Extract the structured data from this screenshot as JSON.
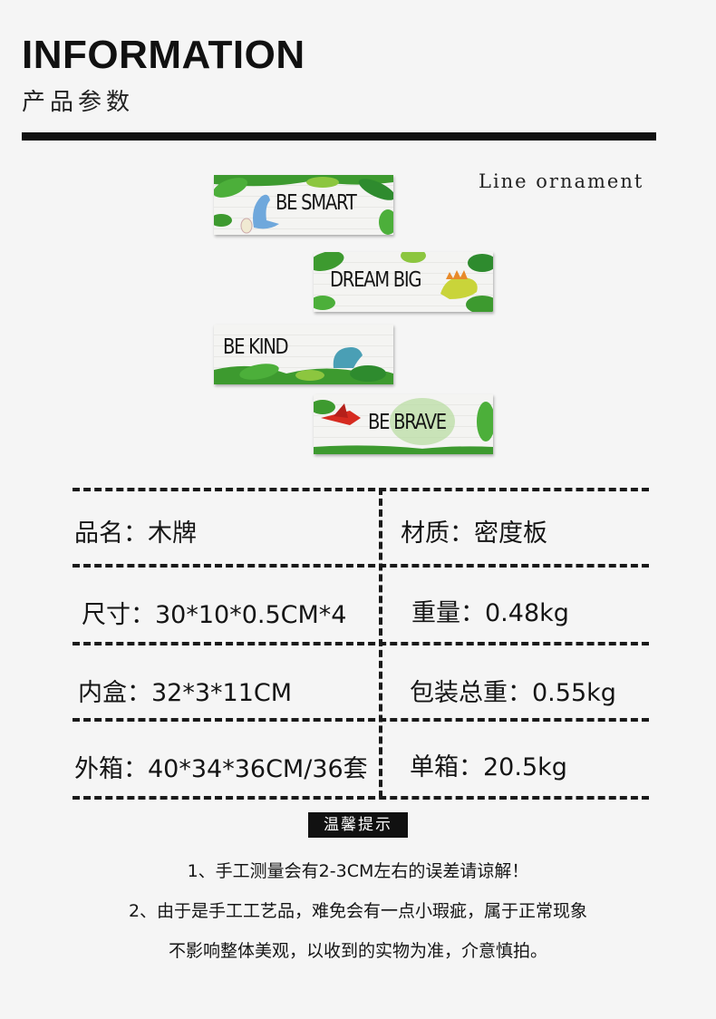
{
  "header": {
    "title": "INFORMATION",
    "subtitle": "产品参数",
    "caption": "Line ornament"
  },
  "signs": [
    {
      "text": "BE SMART"
    },
    {
      "text": "DREAM BIG"
    },
    {
      "text": "BE KIND"
    },
    {
      "text": "BE BRAVE"
    }
  ],
  "specs": {
    "name": "品名：木牌",
    "material": "材质：密度板",
    "size": "尺寸：30*10*0.5CM*4",
    "weight": "重量：0.48kg",
    "inner_box": "内盒：32*3*11CM",
    "gross_weight": "包装总重：0.55kg",
    "outer_box": "外箱：40*34*36CM/36套",
    "carton_weight": "单箱：20.5kg"
  },
  "notice": {
    "label": "温馨提示",
    "line1": "1、手工测量会有2-3CM左右的误差请谅解！",
    "line2": "2、由于是手工工艺品，难免会有一点小瑕疵，属于正常现象",
    "line3": "不影响整体美观，以收到的实物为准，介意慎拍。"
  },
  "colors": {
    "leaf": "#3d9a2f",
    "leaf_light": "#8cc63f",
    "text": "#111111"
  }
}
